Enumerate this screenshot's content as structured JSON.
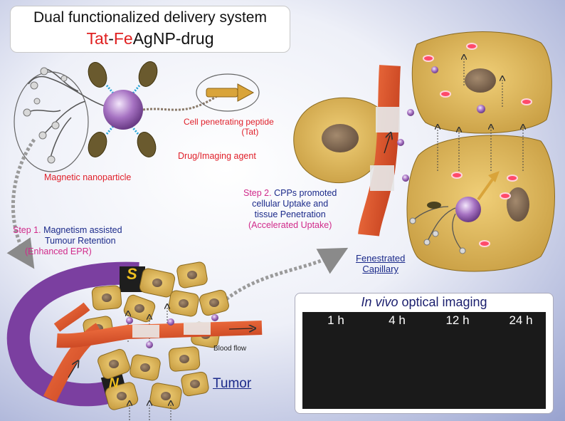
{
  "title": "Dual functionalized delivery system",
  "formula": {
    "tat": "Tat",
    "dash1": "-",
    "fe": "Fe",
    "rest": "AgNP-drug"
  },
  "labels": {
    "cpp_line1": "Cell penetrating peptide",
    "cpp_line2": "(Tat)",
    "drug": "Drug/Imaging agent",
    "magnetic": "Magnetic  nanoparticle",
    "blood_flow": "Blood flow",
    "tumor": "Tumor",
    "fenestrated_line1": "Fenestrated",
    "fenestrated_line2": "Capillary",
    "magnet_s": "S",
    "magnet_n": "N"
  },
  "step1": {
    "prefix": "Step 1.",
    "line1": "Magnetism assisted",
    "line2": "Tumour Retention",
    "line3": "(Enhanced EPR)"
  },
  "step2": {
    "prefix": "Step 2.",
    "line1": "CPPs promoted",
    "line2": "cellular Uptake and",
    "line3": "tissue Penetration",
    "line4": "(Accelerated Uptake)"
  },
  "imaging": {
    "title_italic": "In vivo",
    "title_rest": "optical imaging",
    "times": [
      "1 h",
      "4 h",
      "12 h",
      "24 h"
    ]
  },
  "colors": {
    "title_red": "#e02020",
    "label_red": "#e0202a",
    "label_blue": "#1b2a8a",
    "step_magenta": "#d02a8a",
    "vessel": "#e0552a",
    "magnet": "#7b3fa0",
    "cell": "#e8c25a",
    "nanoparticle": "#a070b8"
  }
}
